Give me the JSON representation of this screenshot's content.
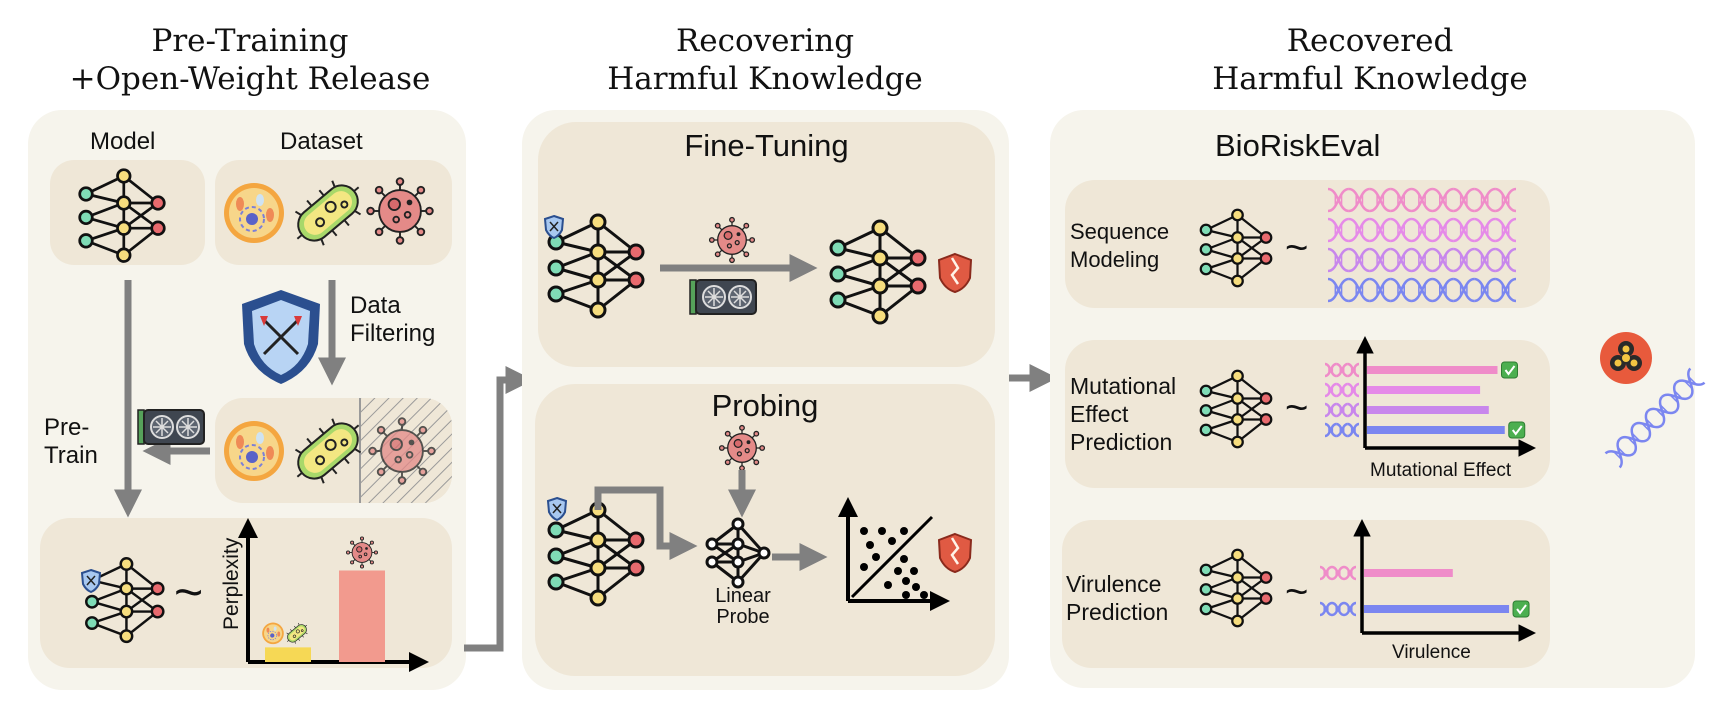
{
  "columns": [
    {
      "title_line1": "Pre-Training",
      "title_line2": "+Open-Weight Release",
      "model_label": "Model",
      "dataset_label": "Dataset",
      "data_filtering_line1": "Data",
      "data_filtering_line2": "Filtering",
      "pretrain_line1": "Pre-",
      "pretrain_line2": "Train",
      "perplexity_label": "Perplexity"
    },
    {
      "title_line1": "Recovering",
      "title_line2": "Harmful Knowledge",
      "finetuning_label": "Fine-Tuning",
      "probing_label": "Probing",
      "linear_probe_line1": "Linear",
      "linear_probe_line2": "Probe"
    },
    {
      "title_line1": "Recovered",
      "title_line2": "Harmful Knowledge",
      "benchmark_label": "BioRiskEval",
      "tasks": [
        {
          "line1": "Sequence",
          "line2": "Modeling",
          "line3": ""
        },
        {
          "line1": "Mutational",
          "line2": "Effect",
          "line3": "Prediction",
          "axis_label": "Mutational Effect"
        },
        {
          "line1": "Virulence",
          "line2": "Prediction",
          "line3": "",
          "axis_label": "Virulence"
        }
      ],
      "tilde": "~"
    }
  ],
  "colors": {
    "arrow": "#808080",
    "panel_outer": "#f6f4ec",
    "panel_inner": "#efe7d7",
    "node_input": "#7fdcb6",
    "node_hidden": "#f6dd7e",
    "node_output": "#e86a6e",
    "dna_pink": "#ef8cc9",
    "dna_magenta": "#e58ae8",
    "dna_violet": "#c887ec",
    "dna_blue": "#7b86f0",
    "perplexity_low_bar": "#f6d855",
    "perplexity_high_bar": "#f29a8e",
    "check_green": "#4caf50",
    "broken_shield": "#e05a43",
    "filter_shield": "#2b4f8f"
  },
  "chart_data": [
    {
      "type": "bar",
      "title": "",
      "xlabel": "",
      "ylabel": "Perplexity",
      "categories": [
        "benign (cell, bacteria)",
        "harmful (virus)"
      ],
      "values": [
        0.12,
        0.75
      ],
      "ylim": [
        0,
        1
      ]
    },
    {
      "type": "bar",
      "orientation": "horizontal",
      "xlabel": "Mutational Effect",
      "categories": [
        "seq-pink",
        "seq-magenta",
        "seq-violet",
        "seq-blue"
      ],
      "values": [
        0.9,
        0.78,
        0.84,
        0.95
      ],
      "checked": [
        true,
        false,
        false,
        true
      ],
      "xlim": [
        0,
        1
      ]
    },
    {
      "type": "bar",
      "orientation": "horizontal",
      "xlabel": "Virulence",
      "categories": [
        "seq-pink",
        "seq-blue"
      ],
      "values": [
        0.6,
        0.98
      ],
      "checked": [
        false,
        true
      ],
      "xlim": [
        0,
        1
      ]
    }
  ]
}
